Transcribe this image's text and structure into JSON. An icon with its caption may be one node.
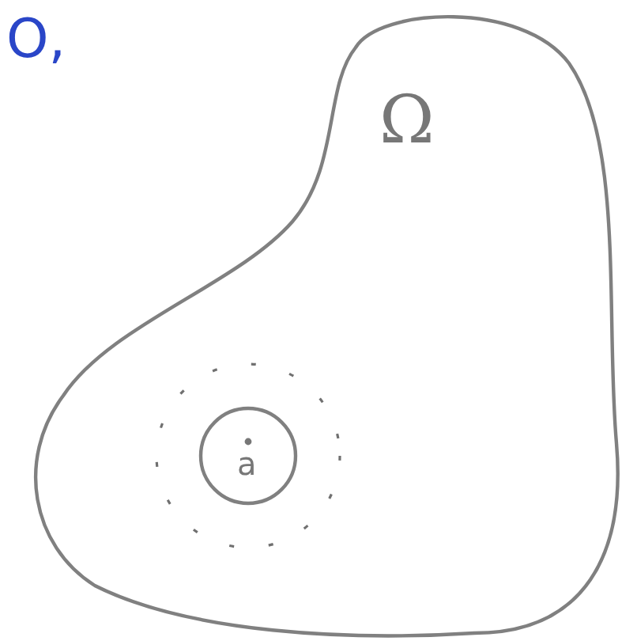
{
  "diagram": {
    "nodes": [
      {
        "text": [
          "Ω"
        ]
      },
      {
        "text": [
          "a"
        ],
        "in": 0
      }
    ],
    "labels": [
      "O,"
    ]
  }
}
